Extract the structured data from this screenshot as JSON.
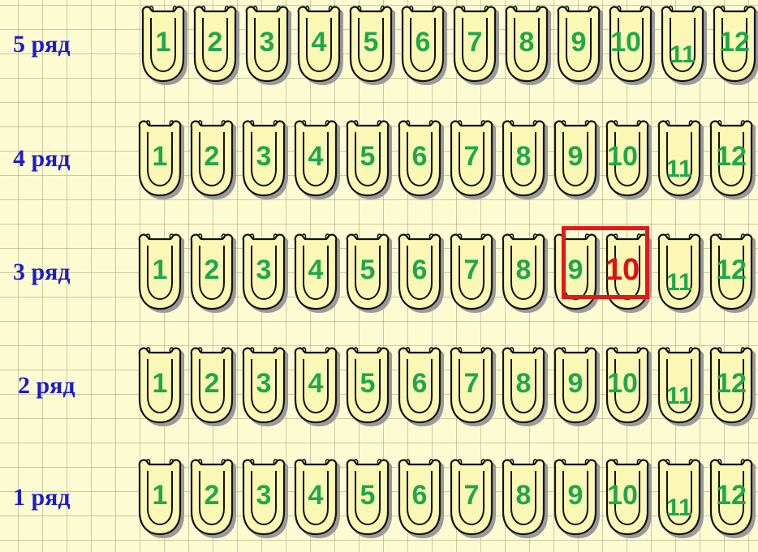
{
  "rows": [
    {
      "label": "5 ряд",
      "seats": [
        "1",
        "2",
        "3",
        "4",
        "5",
        "6",
        "7",
        "8",
        "9",
        "10",
        "11",
        "12"
      ]
    },
    {
      "label": "4 ряд",
      "seats": [
        "1",
        "2",
        "3",
        "4",
        "5",
        "6",
        "7",
        "8",
        "9",
        "10",
        "11",
        "12"
      ]
    },
    {
      "label": "3 ряд",
      "seats": [
        "1",
        "2",
        "3",
        "4",
        "5",
        "6",
        "7",
        "8",
        "9",
        "10",
        "11",
        "12"
      ]
    },
    {
      "label": "2 ряд",
      "seats": [
        "1",
        "2",
        "3",
        "4",
        "5",
        "6",
        "7",
        "8",
        "9",
        "10",
        "11",
        "12"
      ]
    },
    {
      "label": "1 ряд",
      "seats": [
        "1",
        "2",
        "3",
        "4",
        "5",
        "6",
        "7",
        "8",
        "9",
        "10",
        "11",
        "12"
      ]
    }
  ],
  "highlight": {
    "row": "3 ряд",
    "seat": "10"
  },
  "colors": {
    "background": "#fdfbd2",
    "grid": "#a8a076",
    "seat_fill": "#fbf7b4",
    "seat_outline": "#111111",
    "seat_shadow": "#9a9a9a",
    "seat_number": "#1fa84a",
    "row_label": "#1c1ccc",
    "highlight": "#e01a1a"
  }
}
